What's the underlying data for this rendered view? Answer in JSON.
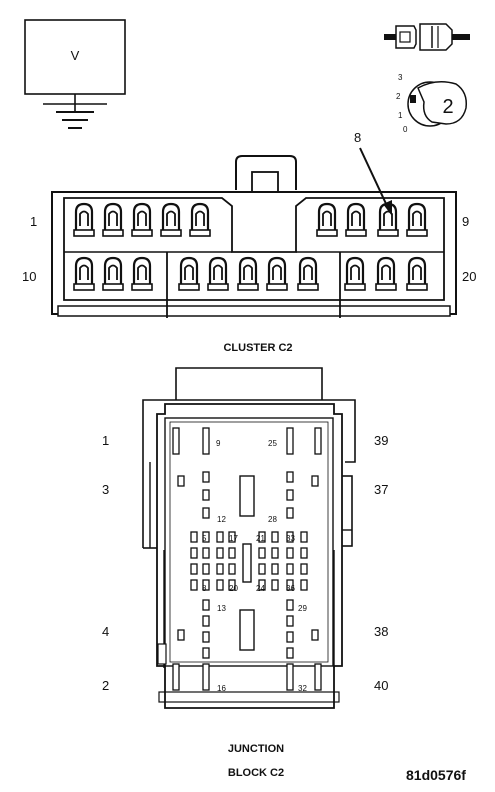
{
  "voltmeter": {
    "symbol": "V"
  },
  "test_step": {
    "number": "2",
    "scale": [
      "3",
      "2",
      "1",
      "0"
    ]
  },
  "cluster": {
    "callout_pin": "8",
    "pin_top_left": "1",
    "pin_top_right": "9",
    "pin_bottom_left": "10",
    "pin_bottom_right": "20",
    "caption": "CLUSTER C2"
  },
  "junction": {
    "outer_pins": {
      "l1": "1",
      "l3": "3",
      "l4": "4",
      "l2": "2",
      "r39": "39",
      "r37": "37",
      "r38": "38",
      "r40": "40"
    },
    "inner_pins": {
      "p9": "9",
      "p25": "25",
      "p12": "12",
      "p28": "28",
      "p5": "5",
      "p17": "17",
      "p21": "21",
      "p33": "33",
      "p8": "8",
      "p20": "20",
      "p24": "24",
      "p36": "36",
      "p13": "13",
      "p29": "29",
      "p16": "16",
      "p32": "32"
    },
    "caption_line1": "JUNCTION",
    "caption_line2": "BLOCK C2"
  },
  "figure_id": "81d0576f"
}
